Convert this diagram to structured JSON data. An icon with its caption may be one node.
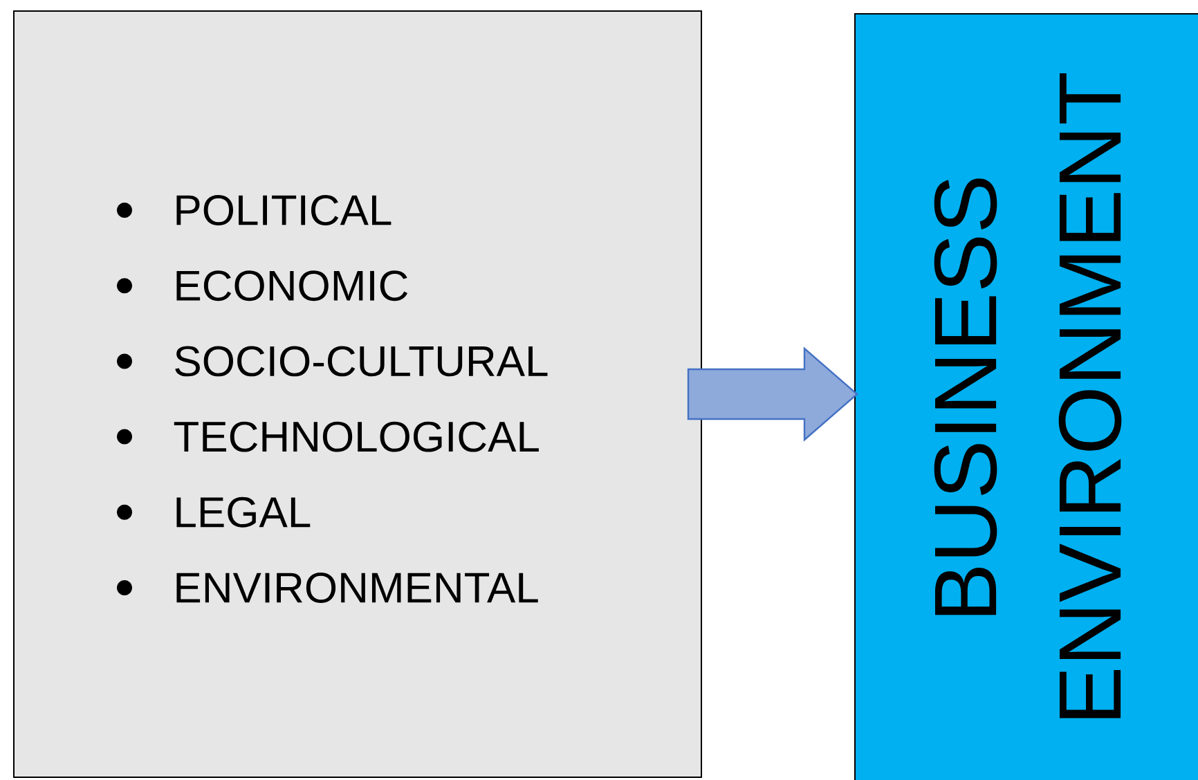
{
  "diagram": {
    "nodes": [
      {
        "text": [
          "POLITICAL",
          "ECONOMIC",
          "SOCIO-CULTURAL",
          "TECHNOLOGICAL",
          "LEGAL",
          "ENVIRONMENTAL"
        ]
      },
      {
        "text": [
          "BUSINESS ENVIRONMENT"
        ]
      }
    ],
    "edges": [
      {
        "from": 0,
        "to": 1,
        "arrow": "to"
      }
    ]
  }
}
